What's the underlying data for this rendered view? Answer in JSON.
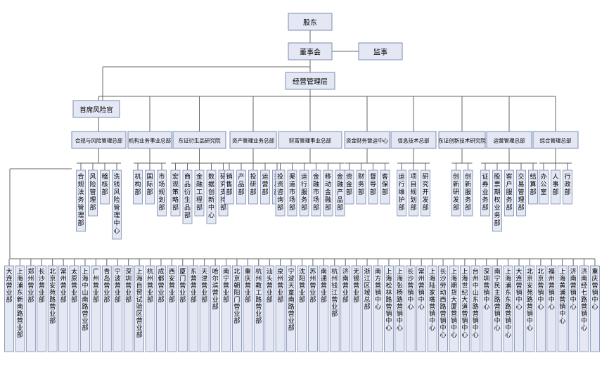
{
  "chart": {
    "root": "股东",
    "board": "董事会",
    "supervisor": "监事",
    "mgmt": "经营管理层",
    "cro": "首席风险官",
    "divisions": [
      {
        "label": "合规与风险管理总部",
        "subs": [
          "合规法务管理部",
          "风险管理部",
          "稽核部",
          "洗钱风险管理中心"
        ]
      },
      {
        "label": "机构业务事业总部",
        "subs": [
          "机构部",
          "国际部",
          "市场规划部"
        ]
      },
      {
        "label": "东证衍生品研究院",
        "subs": [
          "宏观策略部",
          "商品衍生品部",
          "金融工程部",
          "数据创新中心",
          "研究支持部"
        ]
      },
      {
        "label": "资产管理业务总部",
        "subs": [
          "销售部",
          "产品部",
          "投研部",
          "运营部",
          "交易部"
        ]
      },
      {
        "label": "财富管理事业总部",
        "subs": [
          "投资咨询部",
          "渠道市场部",
          "运行服务部",
          "金融市场部",
          "移动金融部",
          "金融产品部"
        ]
      },
      {
        "label": "资金财务营运中心",
        "subs": [
          "资金部",
          "财务部",
          "督导部",
          "客保部"
        ]
      },
      {
        "label": "信息技术总部",
        "subs": [
          "运行维护部",
          "项目规划部",
          "研究开发部"
        ]
      },
      {
        "label": "东证创新技术研究院",
        "subs": [
          "创新研发部",
          "创新服务部"
        ]
      },
      {
        "label": "运营管理总部",
        "subs": [
          "证券业务部",
          "股票期权业务部",
          "客户服务部",
          "交易管理部",
          "结算部"
        ]
      },
      {
        "label": "综合管理总部",
        "subs": [
          "办公室",
          "人事部",
          "行政部"
        ]
      }
    ],
    "branches": [
      "大连营业部",
      "上海浦东新南路营业部",
      "郑州营业部",
      "长沙营业部",
      "北京安苑路营业部",
      "常州营业部",
      "太原营业部",
      "上海中山南路营业部",
      "广州营业部",
      "青岛营业部",
      "宁波营业部",
      "深圳营业部",
      "上海自贸试验区营业部",
      "杭州营业部",
      "成都营业部",
      "西安营业部",
      "厦门营业部",
      "东营营业部",
      "天津营业部",
      "哈尔滨营业部",
      "南宁营业部",
      "北京朝阳门营业部",
      "重庆营业部",
      "杭州教工路营业部",
      "汕头营业部",
      "泉州营业部",
      "宁波天童南路营业部",
      "沈阳营业部",
      "苏州营业部",
      "南通营业部",
      "杭州钱江营业部",
      "济南营业部",
      "无锡营业部",
      "浙江区域总部",
      "南方营销中心",
      "上海松林路营销中心",
      "上海张杨路营销中心",
      "长沙营销中心",
      "常州营销中心",
      "上海陆家嘴营销中心",
      "长沙劳动西路营销中心",
      "上海期货大厦营销中心",
      "上海世纪大道营销中心",
      "台州中山东路营销中心",
      "深圳营销中心",
      "南宁民主路营销中心",
      "上海浦东东路营销中心",
      "大连营销中心",
      "北京安苑路营销中心",
      "北京营销中心",
      "福州营销中心",
      "上海黄浦营销中心",
      "济南营销中心",
      "济南经七路营销中心",
      "重庆营销中心"
    ]
  }
}
